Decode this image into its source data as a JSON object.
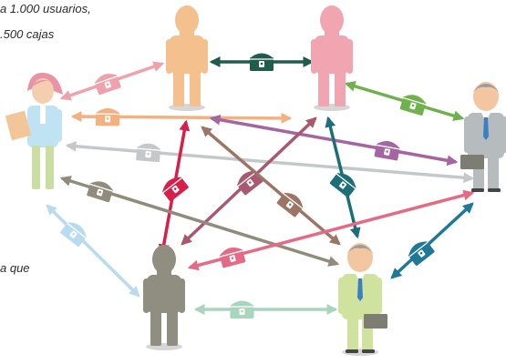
{
  "captions": {
    "line_1": "a 1.000 usuarios,",
    "line_2": ".500 cajas",
    "line_3": "a que"
  },
  "people": [
    {
      "id": "top-orange",
      "color": "#f4c08e"
    },
    {
      "id": "top-pink",
      "color": "#f1a5b0"
    },
    {
      "id": "left-woman",
      "color": "#bfe3f3"
    },
    {
      "id": "right-businessman",
      "color": "#b6bbbd"
    },
    {
      "id": "bottom-gray",
      "color": "#8f8e80"
    },
    {
      "id": "bottom-businessman",
      "color": "#cfe39f"
    }
  ],
  "connections": [
    {
      "id": "orange-pink",
      "color": "#1f5c4b"
    },
    {
      "id": "woman-orange",
      "color": "#eea2ab"
    },
    {
      "id": "pink-businessman",
      "color": "#6fb24d"
    },
    {
      "id": "woman-pink",
      "color": "#f4b07f"
    },
    {
      "id": "orange-right-businessman",
      "color": "#a565a0"
    },
    {
      "id": "woman-right-businessman",
      "color": "#c5c8ca"
    },
    {
      "id": "orange-gray",
      "color": "#d81e4a"
    },
    {
      "id": "pink-gray",
      "color": "#a8596f"
    },
    {
      "id": "orange-bottom-businessman",
      "color": "#9d7565"
    },
    {
      "id": "pink-bottom-businessman",
      "color": "#1c6f78"
    },
    {
      "id": "woman-bottom-businessman",
      "color": "#908b7b"
    },
    {
      "id": "gray-right-businessman",
      "color": "#e56a86"
    },
    {
      "id": "bottom-businessman-right-businessman",
      "color": "#1f7896"
    },
    {
      "id": "woman-gray",
      "color": "#b8dbef"
    },
    {
      "id": "gray-bottom-businessman",
      "color": "#a9d5bd"
    }
  ]
}
